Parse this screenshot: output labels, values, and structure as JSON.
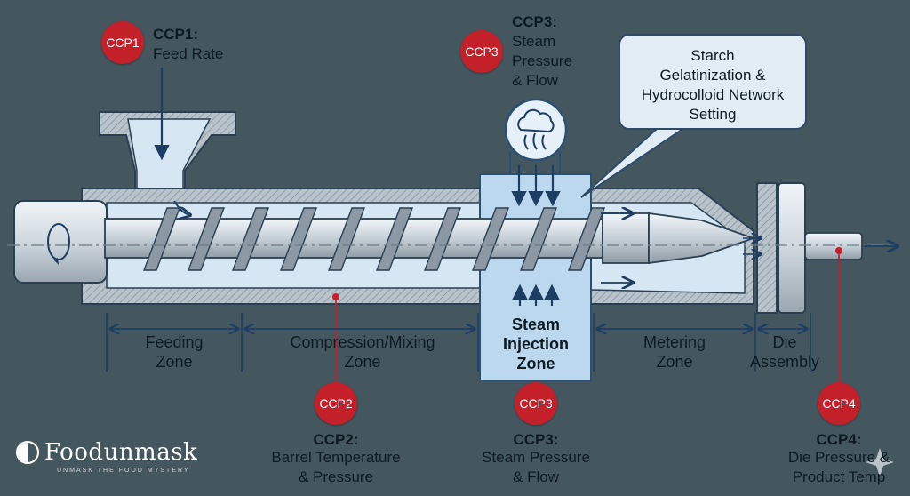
{
  "ccp1": {
    "badge": "CCP1",
    "title": "CCP1:",
    "desc": "Feed Rate"
  },
  "ccp2": {
    "badge": "CCP2",
    "title": "CCP2:",
    "line1": "Barrel Temperature",
    "line2": "& Pressure"
  },
  "ccp3_top": {
    "badge": "CCP3",
    "title": "CCP3:",
    "line1": "Steam",
    "line2": "Pressure",
    "line3": "& Flow"
  },
  "ccp3_bottom": {
    "badge": "CCP3",
    "title": "CCP3:",
    "line1": "Steam Pressure",
    "line2": "& Flow"
  },
  "ccp4": {
    "badge": "CCP4",
    "title": "CCP4:",
    "line1": "Die Pressure &",
    "line2": "Product Temp"
  },
  "callout": {
    "line1": "Starch",
    "line2": "Gelatinization &",
    "line3": "Hydrocolloid Network",
    "line4": "Setting"
  },
  "zones": {
    "feeding": {
      "line1": "Feeding",
      "line2": "Zone"
    },
    "compression": {
      "line1": "Compression/Mixing",
      "line2": "Zone"
    },
    "steam": {
      "line1": "Steam",
      "line2": "Injection",
      "line3": "Zone"
    },
    "metering": {
      "line1": "Metering",
      "line2": "Zone"
    },
    "die": {
      "line1": "Die",
      "line2": "Assembly"
    }
  },
  "logo": {
    "name": "Foodunmask",
    "tagline": "UNMASK THE FOOD MYSTERY"
  },
  "colors": {
    "background": "#44575f",
    "badge": "#c4202a",
    "steel": "#c9d3da",
    "highlight": "#d6e7f3",
    "arrow": "#1d3d62"
  },
  "icons": {
    "steam": "steam-cloud-icon",
    "rotation": "rotation-arrow-icon",
    "star": "sparkle-icon"
  }
}
